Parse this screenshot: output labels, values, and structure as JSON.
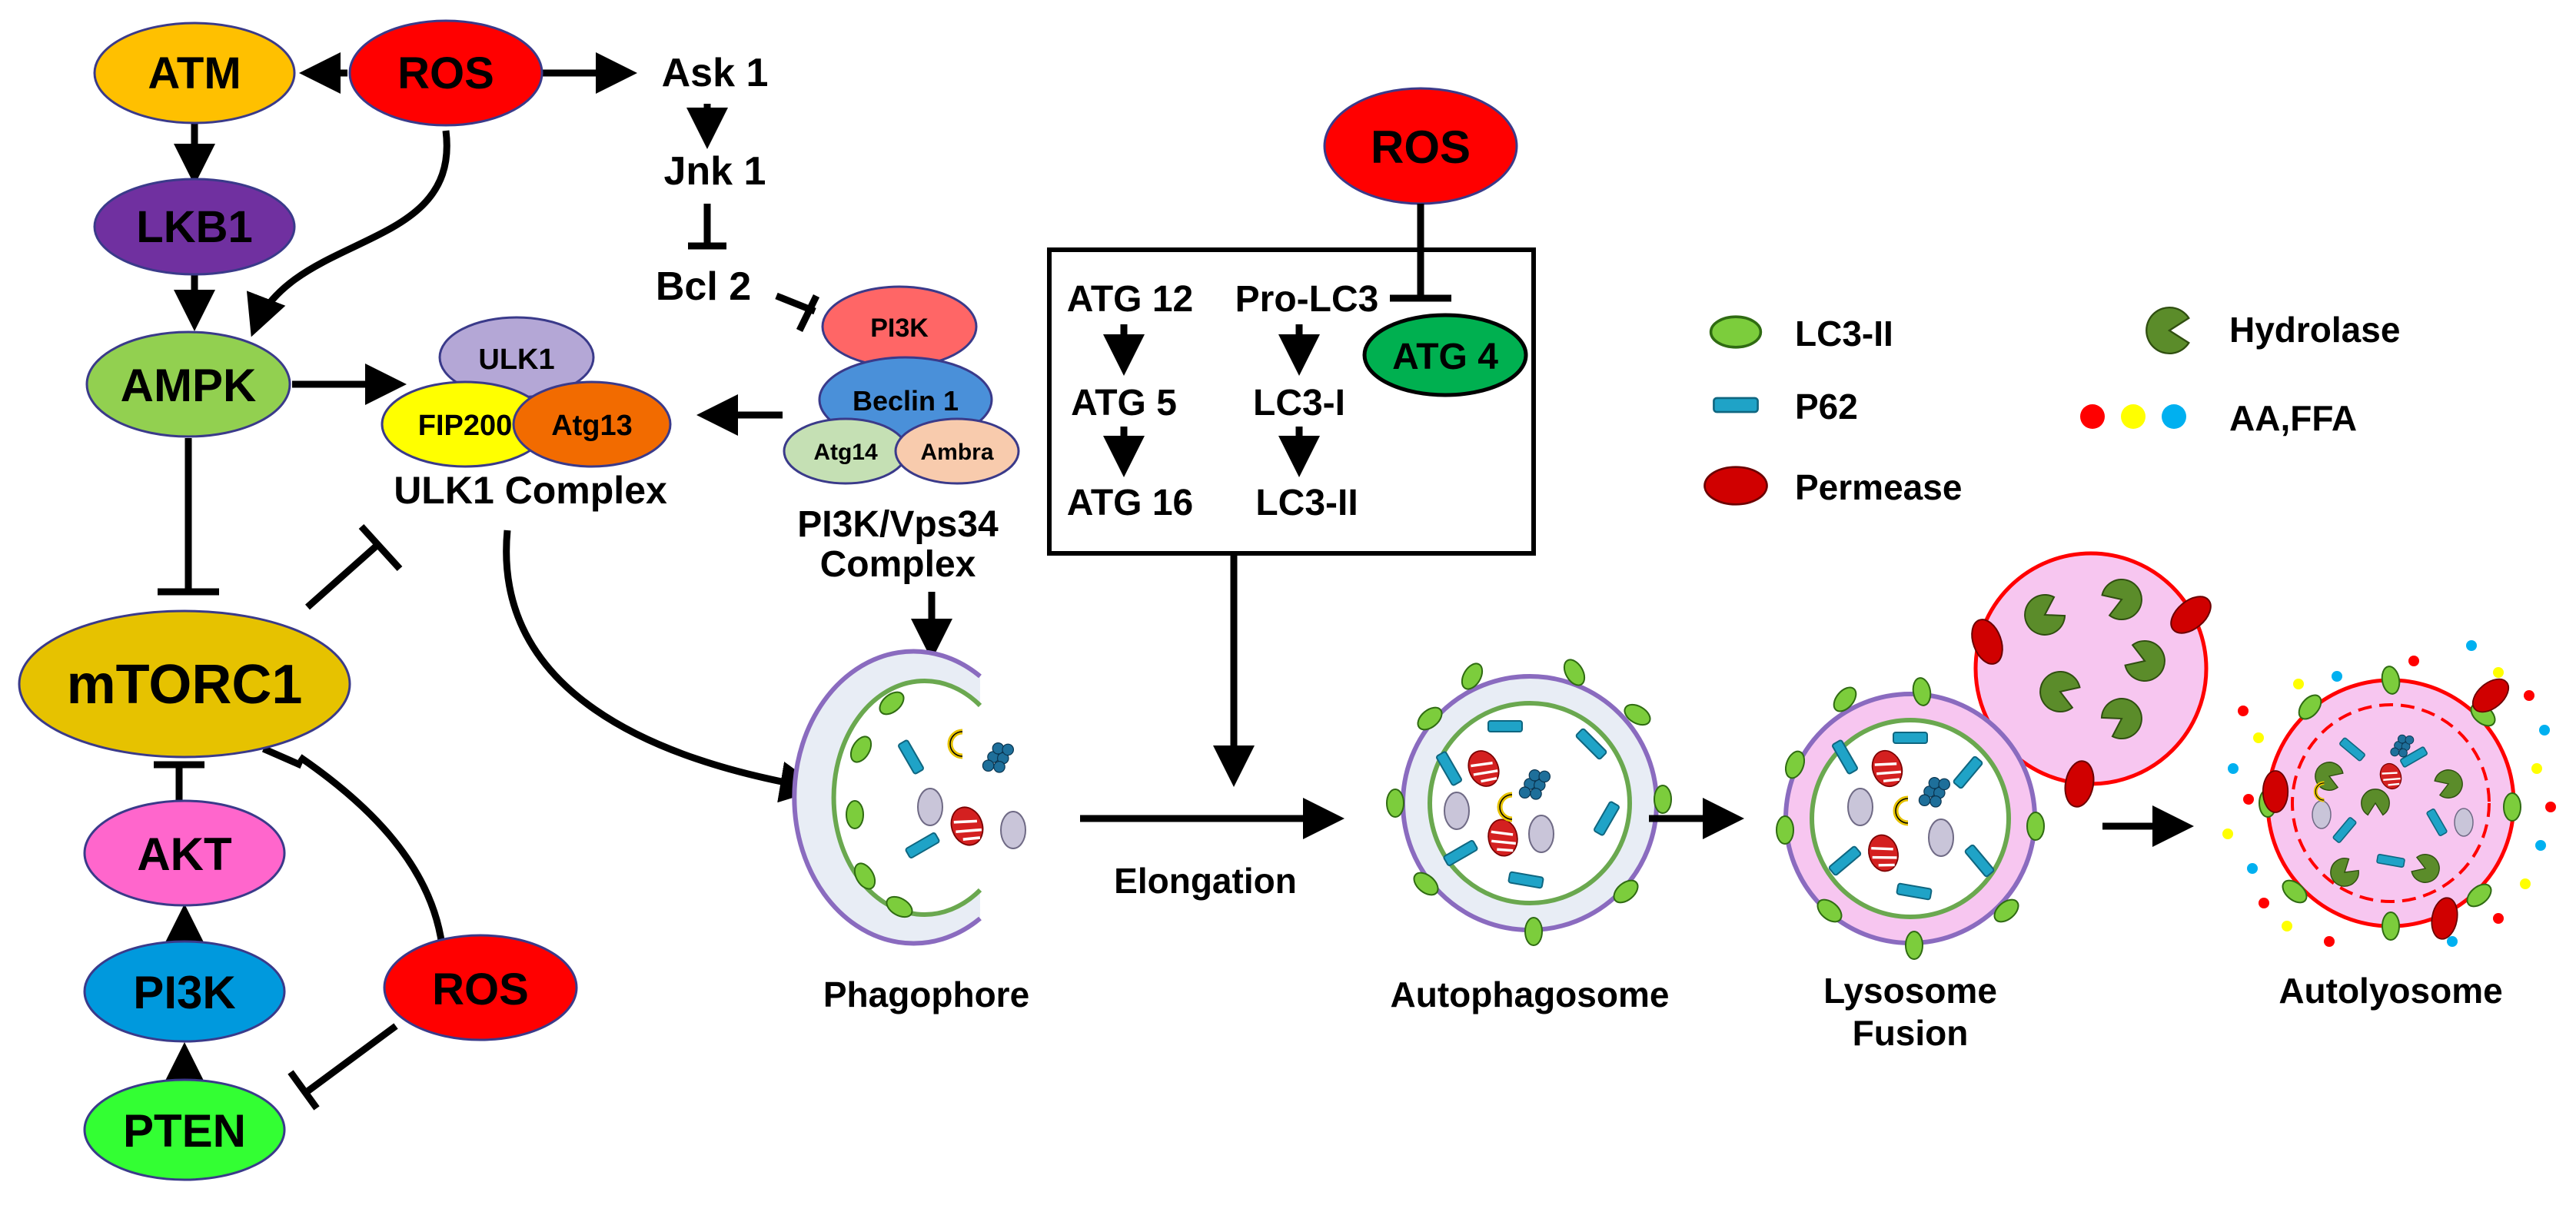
{
  "nodes": {
    "ros_top": "ROS",
    "atm": "ATM",
    "lkb1": "LKB1",
    "ampk": "AMPK",
    "mtorc1": "mTORC1",
    "akt": "AKT",
    "pi3k_left": "PI3K",
    "pten": "PTEN",
    "ros_bottom": "ROS",
    "ros_right": "ROS",
    "ask1": "Ask 1",
    "jnk1": "Jnk 1",
    "bcl2": "Bcl 2",
    "ulk1": "ULK1",
    "fip200": "FIP200",
    "atg13": "Atg13",
    "ulk1_complex": "ULK1 Complex",
    "pi3k_complex_pi3k": "PI3K",
    "beclin1": "Beclin 1",
    "atg14": "Atg14",
    "ambra": "Ambra",
    "pi3k_complex_line1": "PI3K/Vps34",
    "pi3k_complex_line2": "Complex",
    "atg12": "ATG 12",
    "atg5": "ATG 5",
    "atg16": "ATG 16",
    "pro_lc3": "Pro-LC3",
    "lc3_1": "LC3-I",
    "lc3_2": "LC3-II",
    "atg4": "ATG 4"
  },
  "legend": {
    "lc3ii": "LC3-II",
    "p62": "P62",
    "permease": "Permease",
    "hydrolase": "Hydrolase",
    "aa_ffa": "AA,FFA"
  },
  "stages": {
    "phagophore": "Phagophore",
    "elongation": "Elongation",
    "autophagosome": "Autophagosome",
    "lysosome_fusion_1": "Lysosome",
    "lysosome_fusion_2": "Fusion",
    "autolysosome": "Autolyosome"
  },
  "colors": {
    "ros": "#ff0000",
    "atm": "#ffc000",
    "lkb1": "#7030a0",
    "ampk": "#92d050",
    "mtorc1": "#e6c200",
    "akt": "#ff66cc",
    "pi3k": "#0099dd",
    "pten": "#33ff33",
    "atg4": "#00b050",
    "ulk1": "#b4a7d6",
    "fip200": "#ffff00",
    "atg13": "#f26b00",
    "pi3k_red": "#ff6666",
    "beclin1": "#4a90d9",
    "atg14": "#c5e0b4",
    "ambra": "#f8cbad",
    "lc3": "#7ccd3c",
    "p62": "#1fa3c7",
    "permease": "#d00000",
    "hydrolase": "#5b8c2a",
    "lysosome": "#f7c6f0",
    "vesicle_fill": "#e8edf5",
    "membrane_purple": "#8a6bbf",
    "membrane_green": "#6aa84f"
  }
}
